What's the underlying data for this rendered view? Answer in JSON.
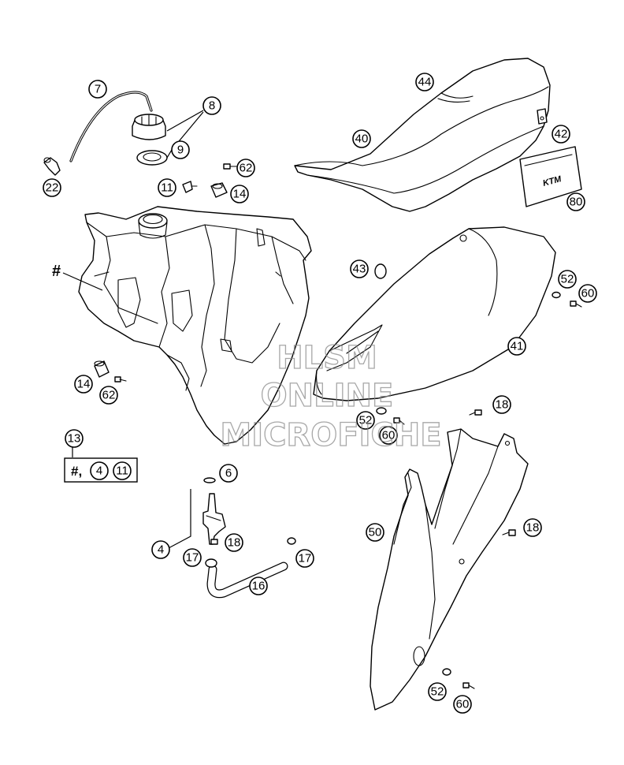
{
  "diagram": {
    "callouts": [
      {
        "id": "c7",
        "label": "7"
      },
      {
        "id": "c8",
        "label": "8"
      },
      {
        "id": "c9",
        "label": "9"
      },
      {
        "id": "c22",
        "label": "22"
      },
      {
        "id": "c62a",
        "label": "62"
      },
      {
        "id": "c11",
        "label": "11"
      },
      {
        "id": "c14a",
        "label": "14"
      },
      {
        "id": "c44",
        "label": "44"
      },
      {
        "id": "c40",
        "label": "40"
      },
      {
        "id": "c42",
        "label": "42"
      },
      {
        "id": "c80",
        "label": "80"
      },
      {
        "id": "c43",
        "label": "43"
      },
      {
        "id": "c52a",
        "label": "52"
      },
      {
        "id": "c60a",
        "label": "60"
      },
      {
        "id": "c41",
        "label": "41"
      },
      {
        "id": "c14b",
        "label": "14"
      },
      {
        "id": "c62b",
        "label": "62"
      },
      {
        "id": "c52b",
        "label": "52"
      },
      {
        "id": "c60b",
        "label": "60"
      },
      {
        "id": "c18a",
        "label": "18"
      },
      {
        "id": "c13",
        "label": "13"
      },
      {
        "id": "c6",
        "label": "6"
      },
      {
        "id": "c4",
        "label": "4"
      },
      {
        "id": "c18b",
        "label": "18"
      },
      {
        "id": "c17a",
        "label": "17"
      },
      {
        "id": "c17b",
        "label": "17"
      },
      {
        "id": "c16",
        "label": "16"
      },
      {
        "id": "c50",
        "label": "50"
      },
      {
        "id": "c18c",
        "label": "18"
      },
      {
        "id": "c52c",
        "label": "52"
      },
      {
        "id": "c60c",
        "label": "60"
      }
    ],
    "tank_label": "#",
    "kit_box": {
      "prefix": "#,",
      "item_a": "4",
      "item_b": "11"
    },
    "decal_brand": "KTM",
    "watermark": {
      "line1": "HLSM",
      "line2": "ONLINE",
      "line3": "MICROFICHE"
    }
  }
}
